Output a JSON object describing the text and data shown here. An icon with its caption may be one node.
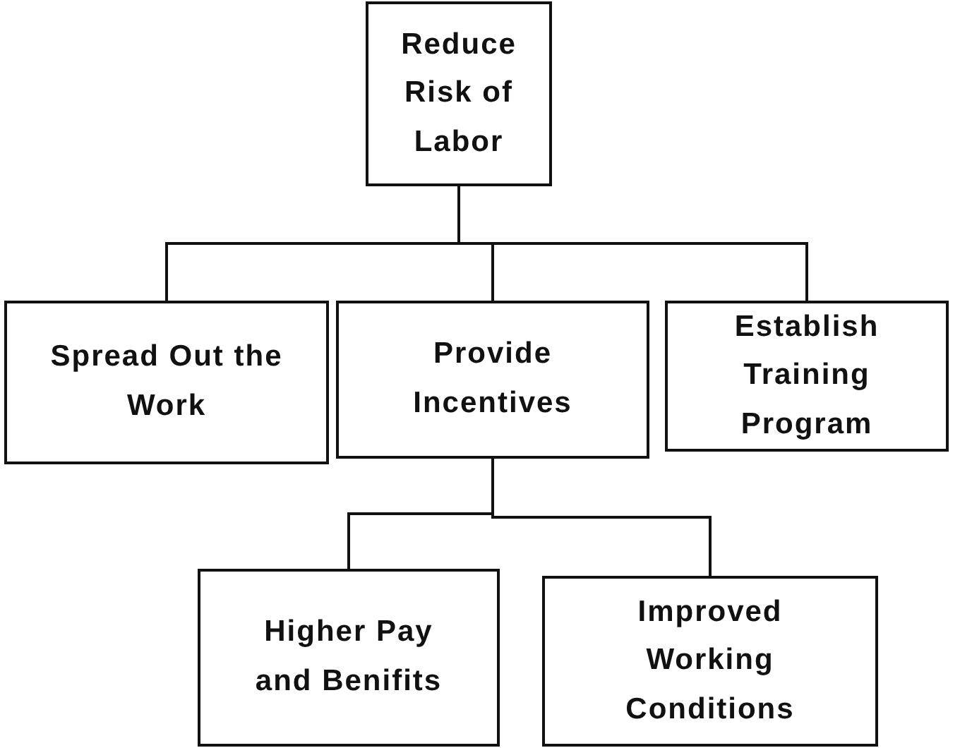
{
  "diagram": {
    "nodes": [
      {
        "text": [
          "Reduce Risk of Labor"
        ]
      },
      {
        "text": [
          "Spread Out the Work"
        ]
      },
      {
        "text": [
          "Provide Incentives"
        ]
      },
      {
        "text": [
          "Establish Training Program"
        ]
      },
      {
        "text": [
          "Higher Pay and Benifits"
        ]
      },
      {
        "text": [
          "Improved Working Conditions"
        ]
      }
    ],
    "edges": [
      {
        "from": 0,
        "to": 1,
        "arrow": "none"
      },
      {
        "from": 0,
        "to": 2,
        "arrow": "none"
      },
      {
        "from": 0,
        "to": 3,
        "arrow": "none"
      },
      {
        "from": 2,
        "to": 4,
        "arrow": "none"
      },
      {
        "from": 2,
        "to": 5,
        "arrow": "none"
      }
    ]
  }
}
